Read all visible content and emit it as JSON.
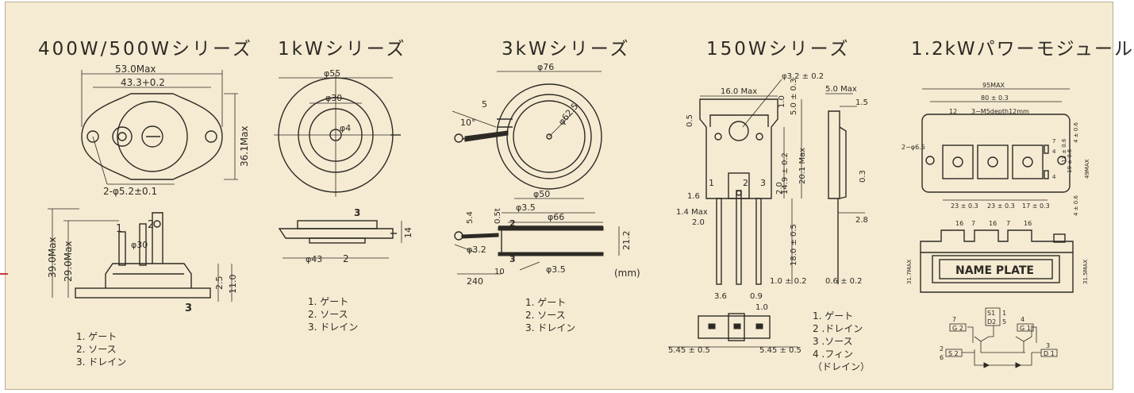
{
  "series": [
    {
      "title": "400W/500Wシリーズ"
    },
    {
      "title": "1kWシリーズ"
    },
    {
      "title": "3kWシリーズ"
    },
    {
      "title": "150Wシリーズ"
    },
    {
      "title": "1.2kWパワーモジュール"
    }
  ],
  "dims": {
    "s400": {
      "w_max": "53.0Max",
      "pitch": "43.3+0.2",
      "h_max": "36.1Max",
      "hole": "2-φ5.2±0.1",
      "h1": "39.0Max",
      "h2": "29.0Max",
      "d30": "φ30",
      "t1": "2.5",
      "t2": "11.0",
      "p1": "1",
      "p2": "2",
      "p3": "3"
    },
    "s1k": {
      "d55": "φ55",
      "d30": "φ30",
      "d4": "φ4",
      "d43": "φ43",
      "p2": "2",
      "p3": "3",
      "h14": "14"
    },
    "s3k": {
      "d76": "φ76",
      "d62": "φ62.5",
      "a10": "10°",
      "a5": "5",
      "d50": "φ50",
      "d66": "φ66",
      "d35a": "φ3.5",
      "d35b": "φ3.5",
      "d32": "φ3.2",
      "h54": "5.4",
      "t05": "0.5t",
      "h212": "21.2",
      "w240": "240",
      "w10": "10",
      "p2": "2",
      "p3": "3",
      "unit": "(mm)"
    },
    "s150": {
      "d32": "φ3.2 ± 0.2",
      "w16": "16.0 Max",
      "h10": "1.0",
      "h50": "5.0 ± 0.3",
      "h05": "0.5",
      "h149": "14.9 ± 0.2",
      "h201": "20.1 Max",
      "h20": "2.0",
      "w16b": "1.6",
      "w14": "1.4 Max",
      "w20": "2.0",
      "l180": "18.0 ± 0.5",
      "w10b": "1.0 ± 0.2",
      "t50": "5.0 Max",
      "t15": "1.5",
      "t03": "0.3",
      "t28": "2.8",
      "t06": "0.6 ± 0.2",
      "pin1": "1",
      "pin2": "2",
      "pin3": "3",
      "f36": "3.6",
      "f09": "0.9",
      "f10": "1.0",
      "p545a": "5.45 ± 0.5",
      "p545b": "5.45 ± 0.5"
    },
    "s12k": {
      "w95": "95MAX",
      "w80": "80 ± 0.3",
      "w12": "12",
      "screw": "3−M5depth12mm",
      "hole": "2−φ6.5",
      "p23a": "23 ± 0.3",
      "p23b": "23 ± 0.3",
      "p17": "17 ± 0.3",
      "h4a": "4 ± 0.6",
      "h4b": "4 ± 0.6",
      "h49": "49MAX",
      "h13": "13 ± 0.6",
      "h19": "19 ± 0.6",
      "h7": "7",
      "h4c": "4",
      "h4d": "4",
      "c16a": "16",
      "c7a": "7",
      "c16b": "16",
      "c7b": "7",
      "c16c": "16",
      "h317": "31.7MAX",
      "h315": "31.5MAX",
      "nameplate": "NAME PLATE",
      "g2": "G 2",
      "g1": "G 1",
      "s1": "S1",
      "d2": "D2",
      "s2": "S 2",
      "d1": "D 1",
      "n7": "7",
      "n15": "1",
      "n5": "5",
      "n4": "4",
      "n2": "2",
      "n6": "6",
      "n3": "3"
    }
  },
  "pins": {
    "s400": [
      "1. ゲート",
      "2. ソース",
      "3. ドレイン"
    ],
    "s1k": [
      "1. ゲート",
      "2. ソース",
      "3. ドレイン"
    ],
    "s3k": [
      "1. ゲート",
      "2. ソース",
      "3. ドレイン"
    ],
    "s150": [
      "1. ゲート",
      "2 .ドレイン",
      "3 .ソース",
      "4 .フィン",
      "（ドレイン）"
    ]
  },
  "colors": {
    "background": "#f5ebd2",
    "ink": "#2d2a25",
    "border": "#b8ad92",
    "accent": "#c93a3a"
  }
}
